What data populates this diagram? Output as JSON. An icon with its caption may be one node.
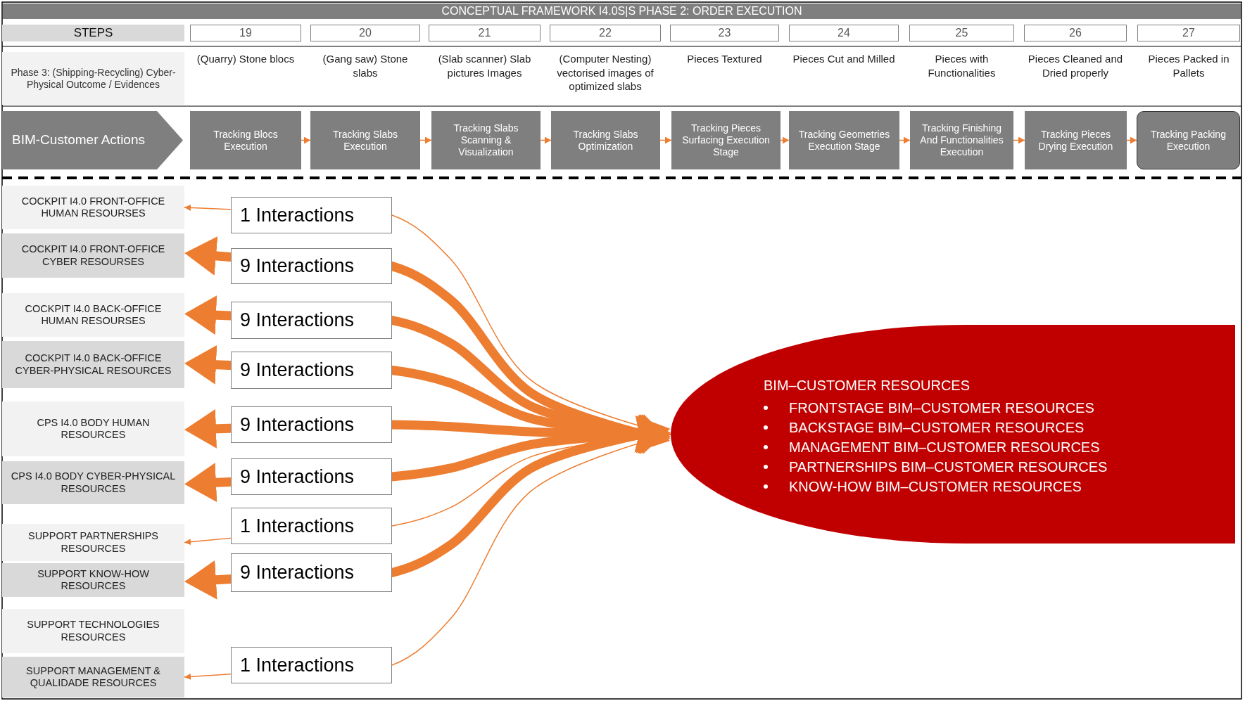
{
  "diagram": {
    "title": "CONCEPTUAL FRAMEWORK I4.0S|S  PHASE 2: ORDER EXECUTION",
    "nodes": [
      {
        "text": [
          "STEPS"
        ]
      },
      {
        "text": [
          "19"
        ]
      },
      {
        "text": [
          "20"
        ]
      },
      {
        "text": [
          "21"
        ]
      },
      {
        "text": [
          "22"
        ]
      },
      {
        "text": [
          "23"
        ]
      },
      {
        "text": [
          "24"
        ]
      },
      {
        "text": [
          "25"
        ]
      },
      {
        "text": [
          "26"
        ]
      },
      {
        "text": [
          "27"
        ]
      },
      {
        "text": [
          "Phase 3: (Shipping-Recycling) Cyber-Physical  Outcome / Evidences"
        ]
      },
      {
        "text": [
          "BIM-Customer Actions"
        ]
      },
      {
        "text": [
          "Tracking Blocs Execution"
        ]
      },
      {
        "text": [
          "Tracking Slabs Execution"
        ]
      },
      {
        "text": [
          "Tracking Slabs Scanning & Visualization"
        ]
      },
      {
        "text": [
          "Tracking Slabs Optimization"
        ]
      },
      {
        "text": [
          "Tracking Pieces Surfacing Execution Stage"
        ]
      },
      {
        "text": [
          "Tracking Geometries Execution Stage"
        ]
      },
      {
        "text": [
          "Tracking Finishing And Functionalities Execution"
        ]
      },
      {
        "text": [
          "Tracking Pieces Drying Execution"
        ]
      },
      {
        "text": [
          "Tracking Packing Execution"
        ]
      },
      {
        "text": [
          "COCKPIT I4.0 FRONT-OFFICE HUMAN RESOURSES"
        ]
      },
      {
        "text": [
          "COCKPIT I4.0 FRONT-OFFICE CYBER RESOURSES"
        ]
      },
      {
        "text": [
          "COCKPIT I4.0 BACK-OFFICE HUMAN RESOURSES"
        ]
      },
      {
        "text": [
          "COCKPIT I4.0 BACK-OFFICE CYBER-PHYSICAL RESOURCES"
        ]
      },
      {
        "text": [
          "CPS I4.0 BODY HUMAN RESOURCES"
        ]
      },
      {
        "text": [
          "CPS I4.0 BODY CYBER-PHYSICAL RESOURCES"
        ]
      },
      {
        "text": [
          "SUPPORT PARTNERSHIPS RESOURCES"
        ]
      },
      {
        "text": [
          "SUPPORT KNOW-HOW RESOURCES"
        ]
      },
      {
        "text": [
          "SUPPORT TECHNOLOGIES RESOURCES"
        ]
      },
      {
        "text": [
          "SUPPORT MANAGEMENT & QUALIDADE RESOURCES"
        ]
      },
      {
        "text": [
          "BIM–CUSTOMER RESOURCES",
          "FRONTSTAGE BIM–CUSTOMER RESOURCES",
          "BACKSTAGE BIM–CUSTOMER RESOURCES",
          "MANAGEMENT BIM–CUSTOMER RESOURCES",
          "PARTNERSHIPS BIM–CUSTOMER RESOURCES",
          "KNOW-HOW BIM–CUSTOMER RESOURCES"
        ]
      }
    ],
    "edges": [
      {
        "from": 12,
        "to": 13,
        "arrow": "to"
      },
      {
        "from": 13,
        "to": 14,
        "arrow": "to"
      },
      {
        "from": 14,
        "to": 15,
        "arrow": "to"
      },
      {
        "from": 15,
        "to": 16,
        "arrow": "to"
      },
      {
        "from": 16,
        "to": 17,
        "arrow": "to"
      },
      {
        "from": 17,
        "to": 18,
        "arrow": "to"
      },
      {
        "from": 18,
        "to": 19,
        "arrow": "to"
      },
      {
        "from": 19,
        "to": 20,
        "arrow": "to"
      },
      {
        "from": 31,
        "to": 21,
        "arrow": "both",
        "label": "1 Interactions"
      },
      {
        "from": 31,
        "to": 22,
        "arrow": "both",
        "label": "9 Interactions",
        "style": "thick"
      },
      {
        "from": 31,
        "to": 23,
        "arrow": "both",
        "label": "9 Interactions",
        "style": "thick"
      },
      {
        "from": 31,
        "to": 24,
        "arrow": "both",
        "label": "9 Interactions",
        "style": "thick"
      },
      {
        "from": 31,
        "to": 25,
        "arrow": "both",
        "label": "9 Interactions",
        "style": "thick"
      },
      {
        "from": 31,
        "to": 26,
        "arrow": "both",
        "label": "9 Interactions",
        "style": "thick"
      },
      {
        "from": 31,
        "to": 27,
        "arrow": "both",
        "label": "1 Interactions"
      },
      {
        "from": 31,
        "to": 28,
        "arrow": "both",
        "label": "9 Interactions",
        "style": "thick"
      },
      {
        "from": 31,
        "to": 30,
        "arrow": "both",
        "label": "1 Interactions"
      }
    ],
    "labels": [
      "(Quarry) Stone blocs",
      "(Gang saw) Stone slabs",
      "(Slab scanner) Slab pictures Images",
      "(Computer Nesting) vectorised images of optimized slabs",
      "Pieces Textured",
      "Pieces Cut and Milled",
      "Pieces with Functionalities",
      "Pieces Cleaned and Dried properly",
      "Pieces Packed in Pallets"
    ]
  }
}
